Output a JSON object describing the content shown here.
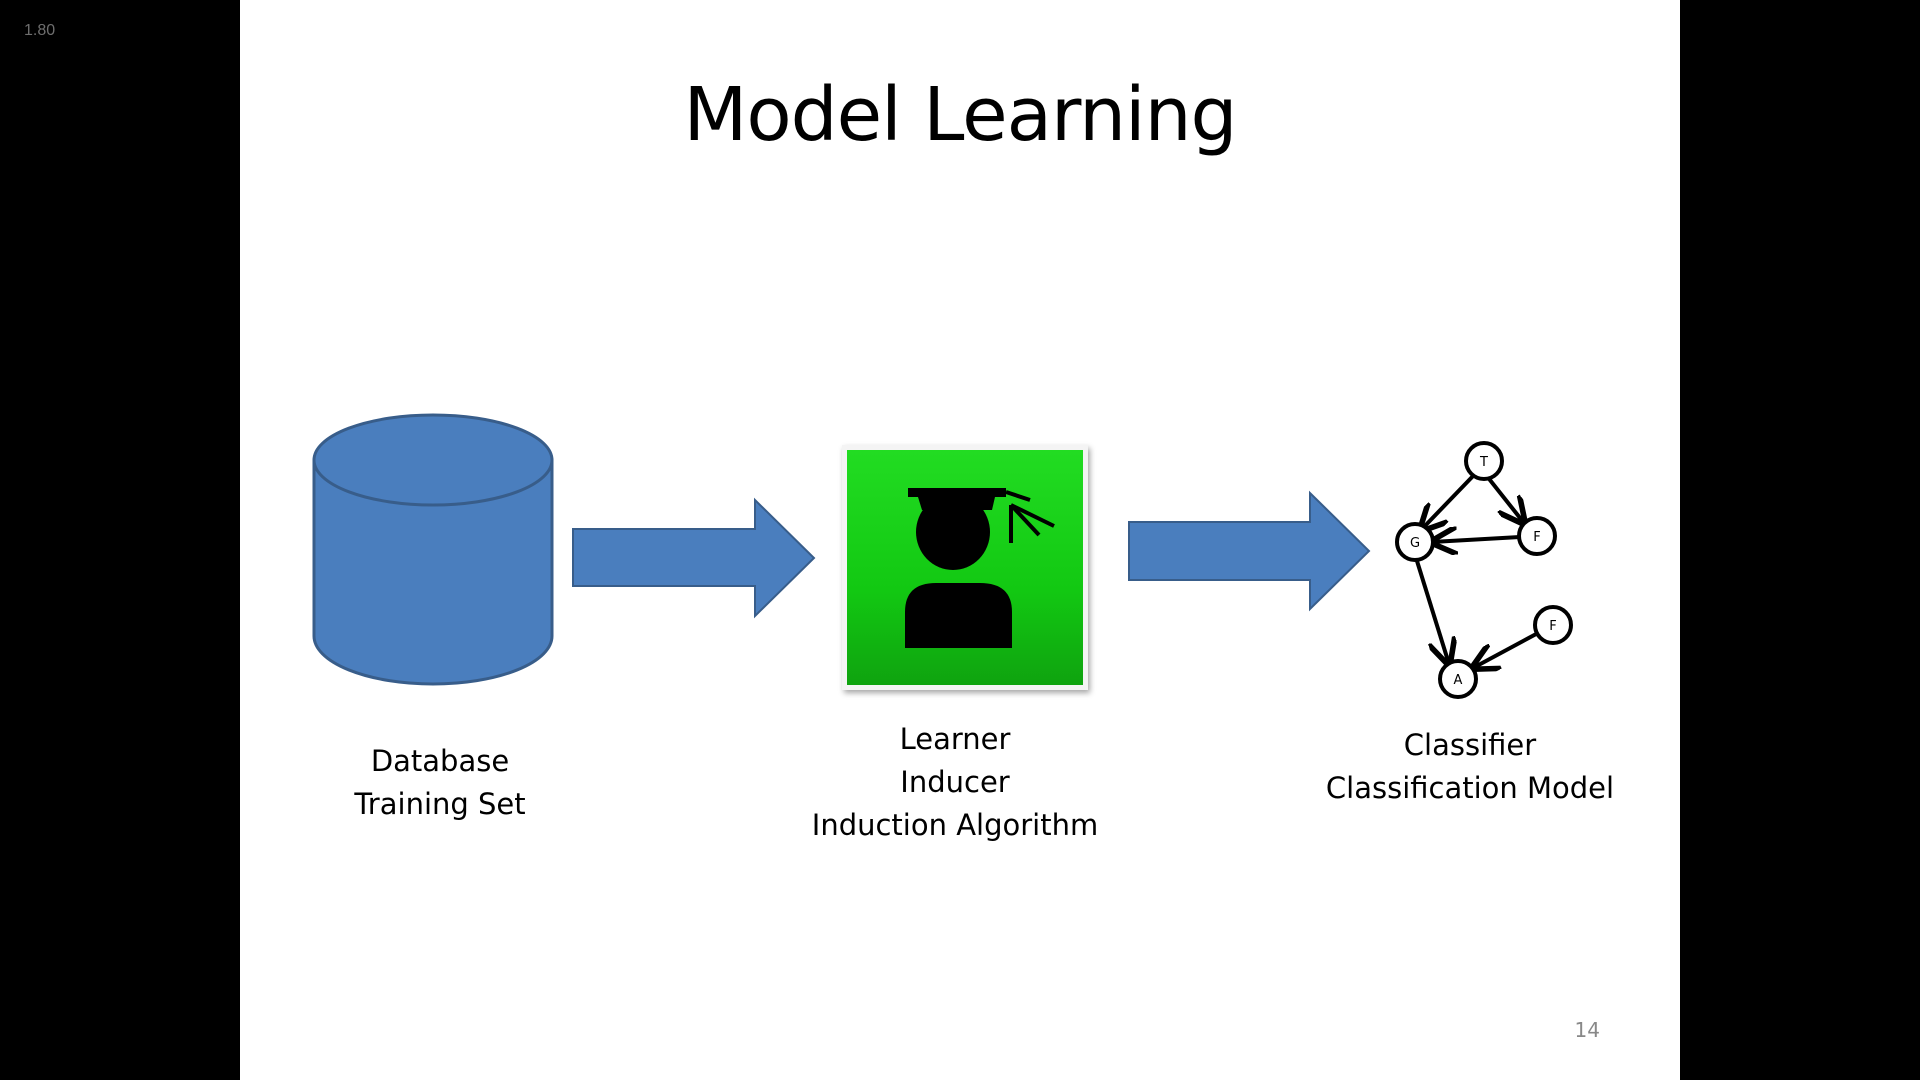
{
  "overlay": {
    "badge": "1.80"
  },
  "slide": {
    "title": "Model Learning",
    "page_number": "14",
    "captions": {
      "database": [
        "Database",
        "Training Set"
      ],
      "learner": [
        "Learner",
        "Inducer",
        "Induction Algorithm"
      ],
      "classifier": [
        "Classifier",
        "Classification Model"
      ]
    },
    "graph_nodes": {
      "t": "T",
      "g": "G",
      "f1": "F",
      "f2": "F",
      "a": "A"
    }
  },
  "icons": {
    "database": "cylinder-icon",
    "learner": "graduate-icon",
    "classifier": "network-graph-icon"
  },
  "colors": {
    "shape_fill": "#4a7ebe",
    "shape_stroke": "#385d8a",
    "learner_green": "#1ed31e",
    "slide_background": "#ffffff",
    "frame_background": "#000000"
  }
}
